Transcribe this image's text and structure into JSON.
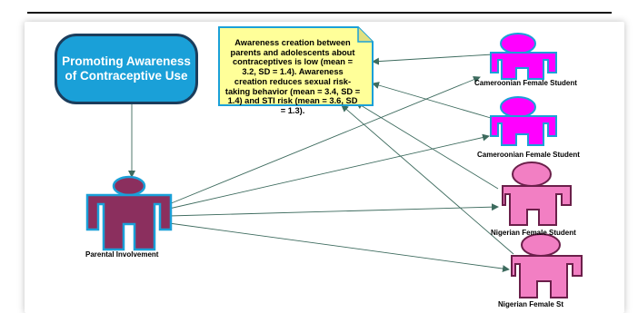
{
  "title_box": {
    "text": "Promoting Awareness of Contraceptive Use"
  },
  "note": {
    "text": "Awareness creation between parents and adolescents about contraceptives is low (mean = 3.2, SD = 1.4). Awareness creation reduces sexual risk-taking behavior (mean = 3.4, SD = 1.4) and STI risk (mean = 3.6, SD = 1.3)."
  },
  "nodes": {
    "parent": {
      "label": "Parental Involvement",
      "color": "#8b2f5e"
    },
    "cam1": {
      "label": "Cameroonian Female Student",
      "color": "#ff00ff"
    },
    "cam2": {
      "label": "Cameroonian Female Student",
      "color": "#ff00ff"
    },
    "nig1": {
      "label": "Nigerian Female Student",
      "color": "#f27fc3"
    },
    "nig2": {
      "label": "Nigerian Female St",
      "color": "#f27fc3"
    }
  },
  "colors": {
    "pill": "#1aa0d8",
    "note": "#ffff99",
    "edge": "#3d6b5e"
  }
}
